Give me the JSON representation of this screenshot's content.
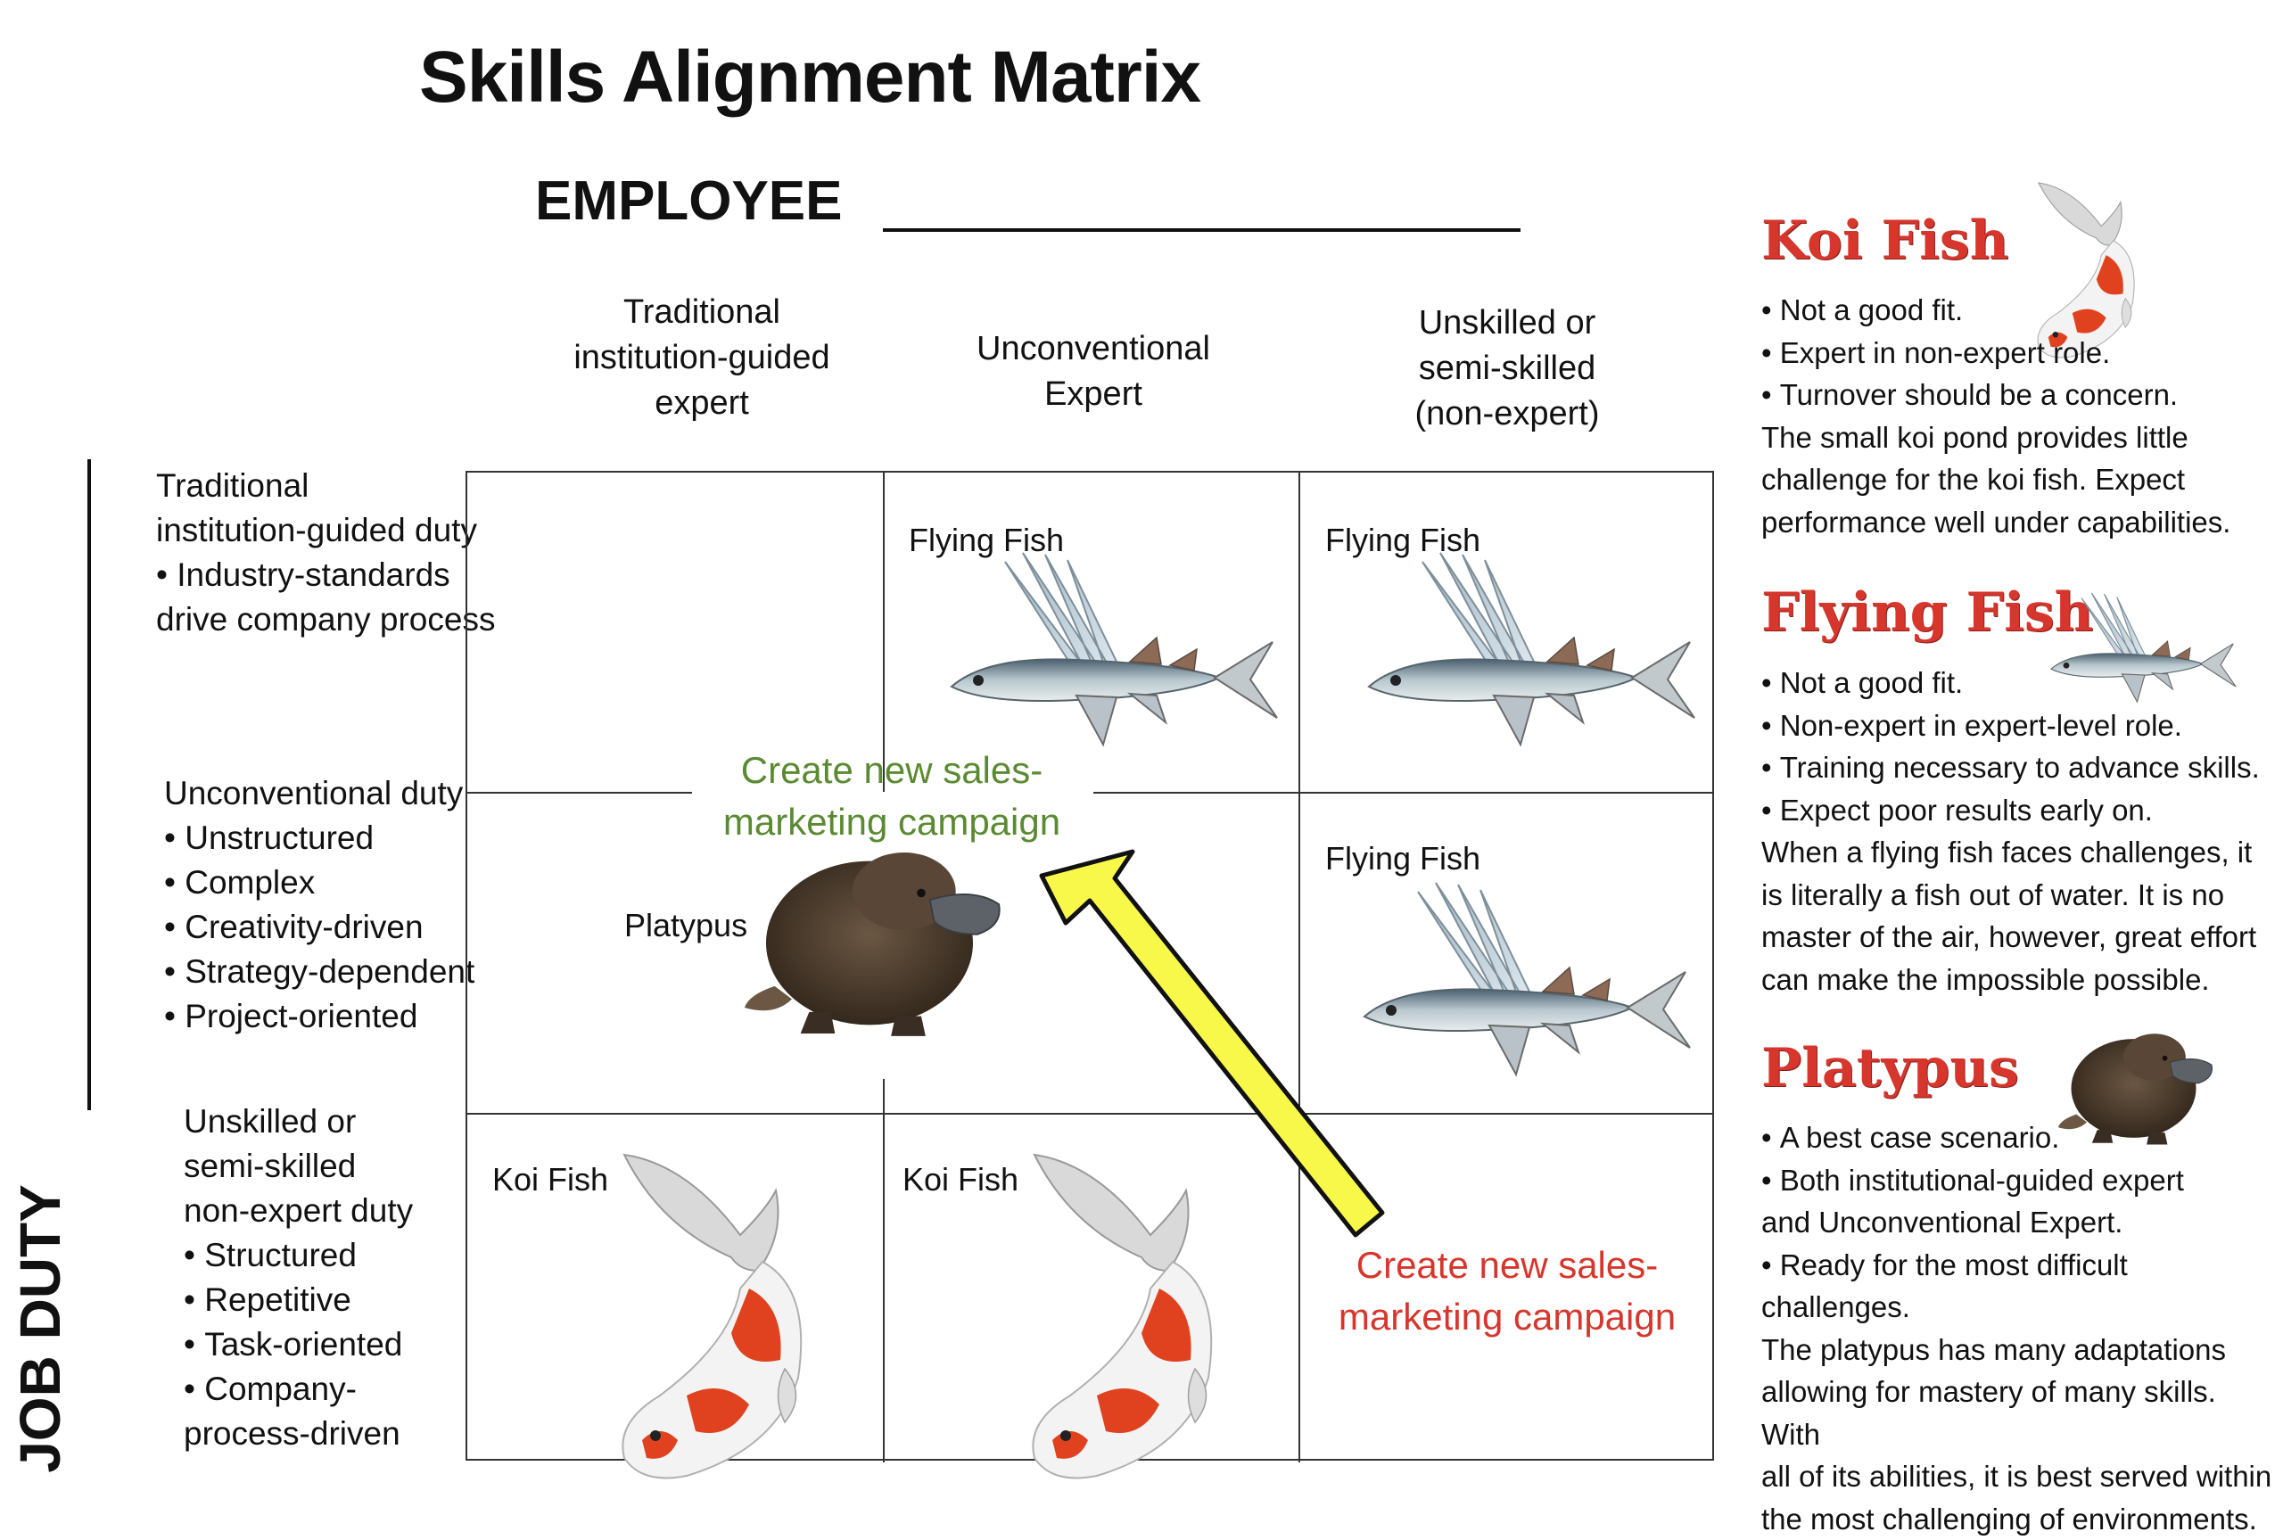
{
  "title": "Skills Alignment Matrix",
  "employee_label": "EMPLOYEE",
  "job_duty_label": "JOB DUTY",
  "columns": [
    {
      "lines": [
        "Traditional",
        "institution-guided",
        "expert"
      ]
    },
    {
      "lines": [
        "Unconventional",
        "Expert"
      ]
    },
    {
      "lines": [
        "Unskilled or",
        "semi-skilled",
        "(non-expert)"
      ]
    }
  ],
  "rows": [
    {
      "intro": [
        "Traditional",
        "institution-guided duty"
      ],
      "bullets": [
        "Industry-standards"
      ],
      "tail": [
        "drive company process"
      ]
    },
    {
      "intro": [
        "Unconventional duty"
      ],
      "bullets": [
        "Unstructured",
        "Complex",
        "Creativity-driven",
        "Strategy-dependent",
        "Project-oriented"
      ]
    },
    {
      "intro": [
        "Unskilled or",
        "semi-skilled",
        "non-expert duty"
      ],
      "bullets": [
        "Structured",
        "Repetitive",
        "Task-oriented",
        "Company-"
      ],
      "tail": [
        "process-driven"
      ]
    }
  ],
  "cells": {
    "r1c2": "Flying Fish",
    "r1c3": "Flying Fish",
    "r2c1": "Platypus",
    "r2c3": "Flying Fish",
    "r3c1": "Koi Fish",
    "r3c2": "Koi Fish"
  },
  "callouts": {
    "target": {
      "lines": [
        "Create new sales-",
        "marketing campaign"
      ],
      "color": "#5a8a32"
    },
    "current": {
      "lines": [
        "Create new sales-",
        "marketing campaign"
      ],
      "color": "#d6362c"
    },
    "arrow_color": "#f8f84a"
  },
  "legend": [
    {
      "name": "Koi Fish",
      "bullets": [
        "Not a good fit.",
        "Expert in non-expert role.",
        "Turnover should be a concern."
      ],
      "text": [
        "The small koi pond provides little",
        "challenge for the koi fish. Expect",
        "performance well under capabilities."
      ]
    },
    {
      "name": "Flying Fish",
      "bullets": [
        "Not a good fit.",
        "Non-expert in expert-level role.",
        "Training necessary to advance skills.",
        "Expect poor results early on."
      ],
      "text": [
        "When a flying fish faces challenges, it",
        "is literally a fish out of water. It is no",
        "master of the air, however, great effort",
        "can make the impossible possible."
      ]
    },
    {
      "name": "Platypus",
      "bullets": [
        "A best case scenario.",
        "Both institutional-guided expert"
      ],
      "mid": [
        "and Unconventional Expert."
      ],
      "bullets2": [
        "Ready for the most difficult challenges."
      ],
      "text": [
        "The platypus has many adaptations",
        "allowing for mastery of many skills. With",
        "all of its abilities, it is best served within",
        "the most challenging of environments."
      ]
    }
  ],
  "colors": {
    "legend_title": "#d6362c",
    "grid": "#333333"
  }
}
